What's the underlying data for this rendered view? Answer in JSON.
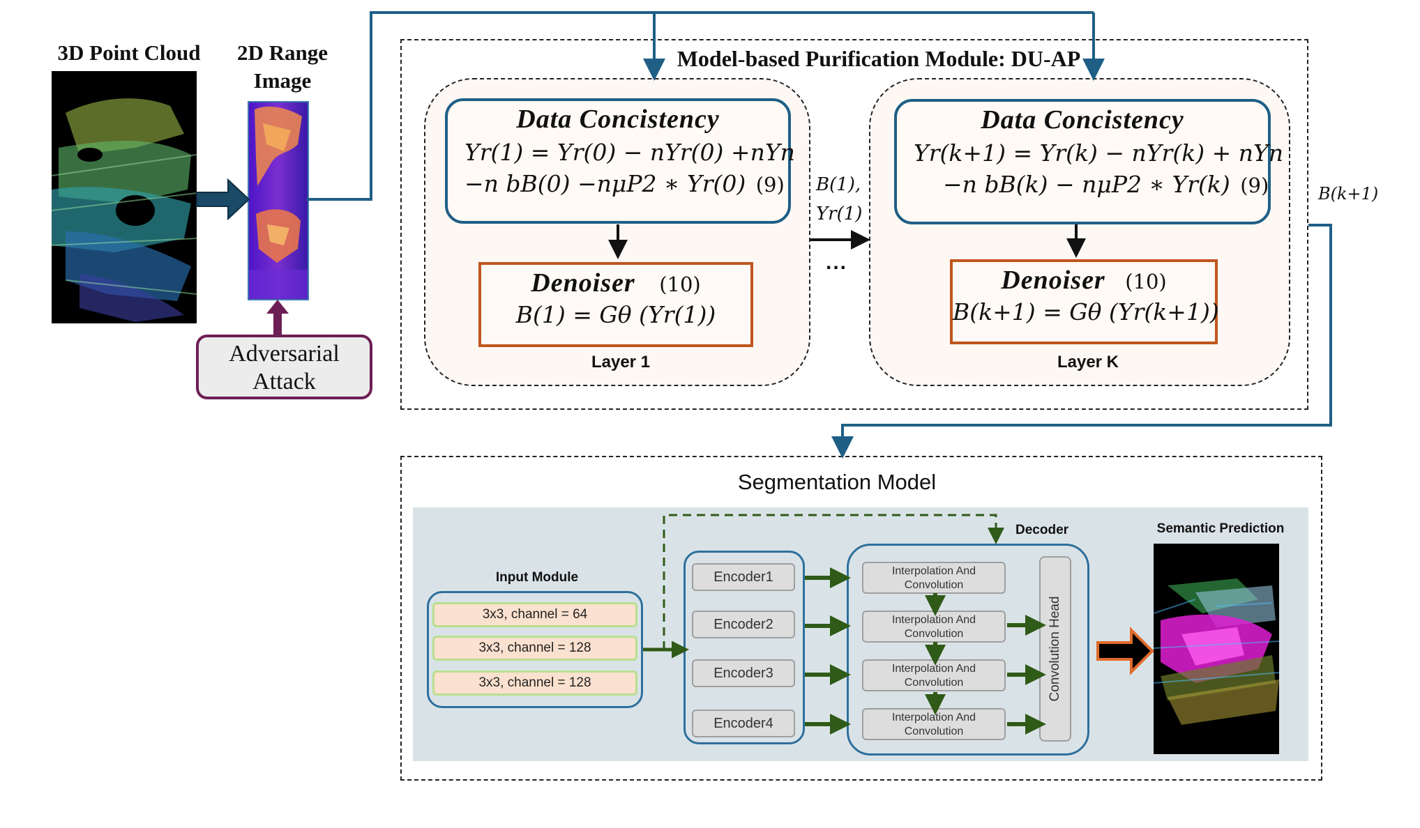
{
  "labels": {
    "point_cloud_title": "3D Point Cloud",
    "range_image_title_1": "2D Range",
    "range_image_title_2": "Image",
    "attack_line_1": "Adversarial",
    "attack_line_2": "Attack",
    "module_title": "Model-based Purification Module: DU-AP",
    "between_b": "B(1),",
    "between_y": "Yr(1)",
    "ellipsis": "...",
    "right_b": "B(k+1)",
    "segmentation_title": "Segmentation Model"
  },
  "layer1": {
    "dc_title": "Data Concistency",
    "dc_eq_line1": "Yr(1) = Yr(0) − nYr(0) +nYn",
    "dc_eq_line2": "−n bB(0) −nμP2 ∗ Yr(0)",
    "dc_eq_num": "(9)",
    "dn_title": "Denoiser",
    "dn_eq_num": "(10)",
    "dn_eq": "B(1) = Gθ (Yr(1))",
    "label": "Layer 1"
  },
  "layerK": {
    "dc_title": "Data Concistency",
    "dc_eq_line1": "Yr(k+1) = Yr(k) − nYr(k) + nYn",
    "dc_eq_line2": "−n bB(k) − nμP2 ∗ Yr(k)",
    "dc_eq_num": "(9)",
    "dn_title": "Denoiser",
    "dn_eq_num": "(10)",
    "dn_eq": "B(k+1) = Gθ (Yr(k+1))",
    "label": "Layer K"
  },
  "segmentation": {
    "input_module_title": "Input Module",
    "input_layers": [
      "3x3, channel = 64",
      "3x3, channel = 128",
      "3x3, channel = 128"
    ],
    "encoders": [
      "Encoder1",
      "Encoder2",
      "Encoder3",
      "Encoder4"
    ],
    "decoder_title": "Decoder",
    "decoder_blocks": [
      "Interpolation And Convolution",
      "Interpolation And Convolution",
      "Interpolation And Convolution",
      "Interpolation And Convolution"
    ],
    "head_label": "Convolution Head",
    "prediction_title": "Semantic Prediction"
  },
  "colors": {
    "wire_blue": "#1f5f86",
    "dc_border": "#1f5f86",
    "denoiser_border": "#c0561e",
    "attack_border": "#6d1f55",
    "green_arrow": "#2f5a17",
    "orange_arrow": "#e06a2a",
    "seg_background": "#d9e3e7"
  }
}
